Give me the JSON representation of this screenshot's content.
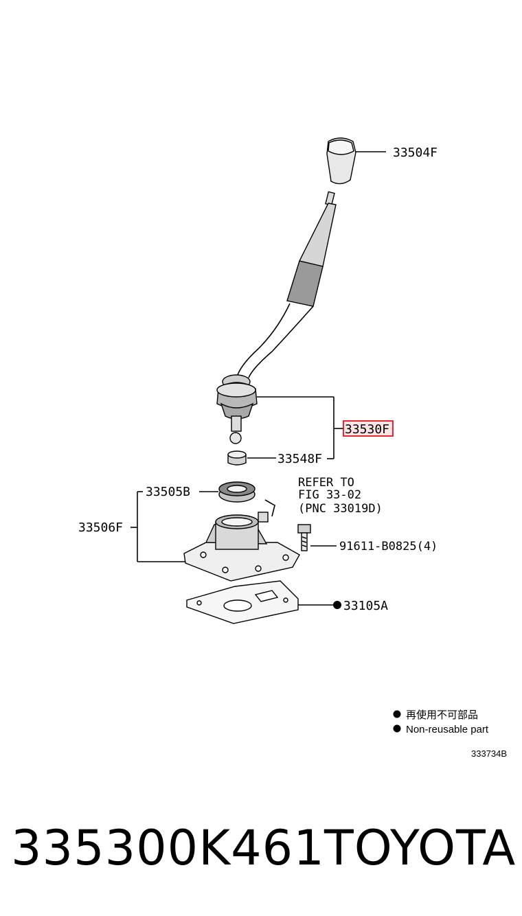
{
  "labels": {
    "knob": "33504F",
    "lever_assembly": "33530F",
    "bushing": "33548F",
    "seal": "33505B",
    "housing": "33506F",
    "refer_line1": "REFER TO",
    "refer_line2": "FIG 33-02",
    "refer_line3": "(PNC 33019D)",
    "bolt": "91611-B0825(4)",
    "gasket": "33105A"
  },
  "legend": {
    "chinese": "再使用不可部品",
    "english": "Non-reusable part"
  },
  "figure_code": "333734B",
  "footer": {
    "part_number": "335300K461",
    "brand": "TOYOTA"
  },
  "colors": {
    "highlight": "#e0141e",
    "highlight_fill": "#fde4e4"
  }
}
